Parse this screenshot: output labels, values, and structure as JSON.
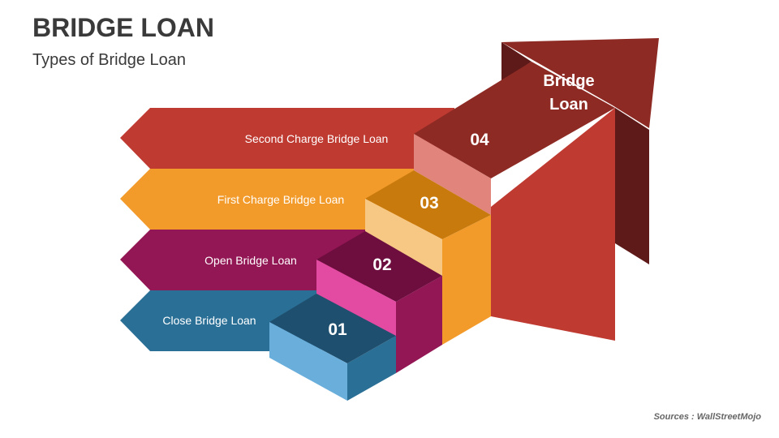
{
  "header": {
    "title": "BRIDGE LOAN",
    "subtitle": "Types of Bridge Loan"
  },
  "diagram": {
    "arrow_label_line1": "Bridge",
    "arrow_label_line2": "Loan",
    "steps": [
      {
        "number": "01",
        "label": "Close Bridge Loan"
      },
      {
        "number": "02",
        "label": "Open Bridge Loan"
      },
      {
        "number": "03",
        "label": "First Charge Bridge Loan"
      },
      {
        "number": "04",
        "label": "Second Charge Bridge Loan"
      }
    ]
  },
  "footer": {
    "source": "Sources : WallStreetMojo"
  },
  "colors": {
    "red": "#bf3a31",
    "orange": "#f29b2b",
    "magenta": "#931655",
    "blue": "#2a6f96"
  }
}
